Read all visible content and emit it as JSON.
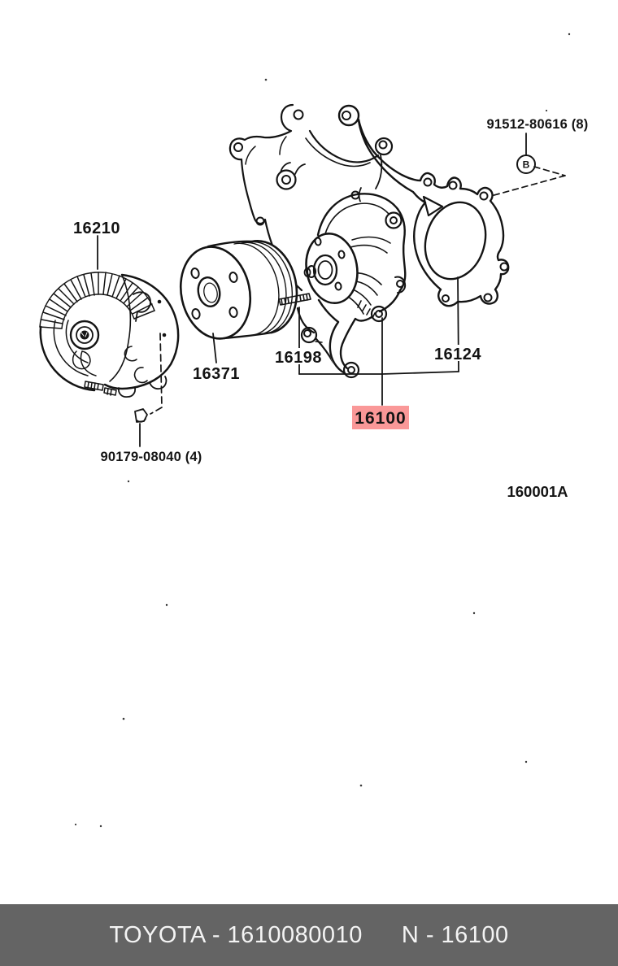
{
  "diagram": {
    "figure_code": "160001A",
    "bolt_symbol": "B",
    "parts": [
      {
        "label": "16210",
        "name": "fan-clutch"
      },
      {
        "label": "16371",
        "name": "water-pump-pulley"
      },
      {
        "label": "16198",
        "name": "stud"
      },
      {
        "label": "16124",
        "name": "water-pump-gasket"
      },
      {
        "label": "16100",
        "name": "water-pump",
        "highlighted": true
      },
      {
        "label": "91512-80616 (8)",
        "name": "bolt"
      },
      {
        "label": "90179-08040 (4)",
        "name": "nut"
      }
    ]
  },
  "footer": {
    "left": "TOYOTA - 1610080010",
    "right": "N - 16100"
  },
  "colors": {
    "line": "#141414",
    "highlight_bg": "#fa9898",
    "highlight_text": "#7e1111",
    "footer_bg": "#646464",
    "footer_text": "#f4f4f4",
    "page_bg": "#ffffff"
  }
}
